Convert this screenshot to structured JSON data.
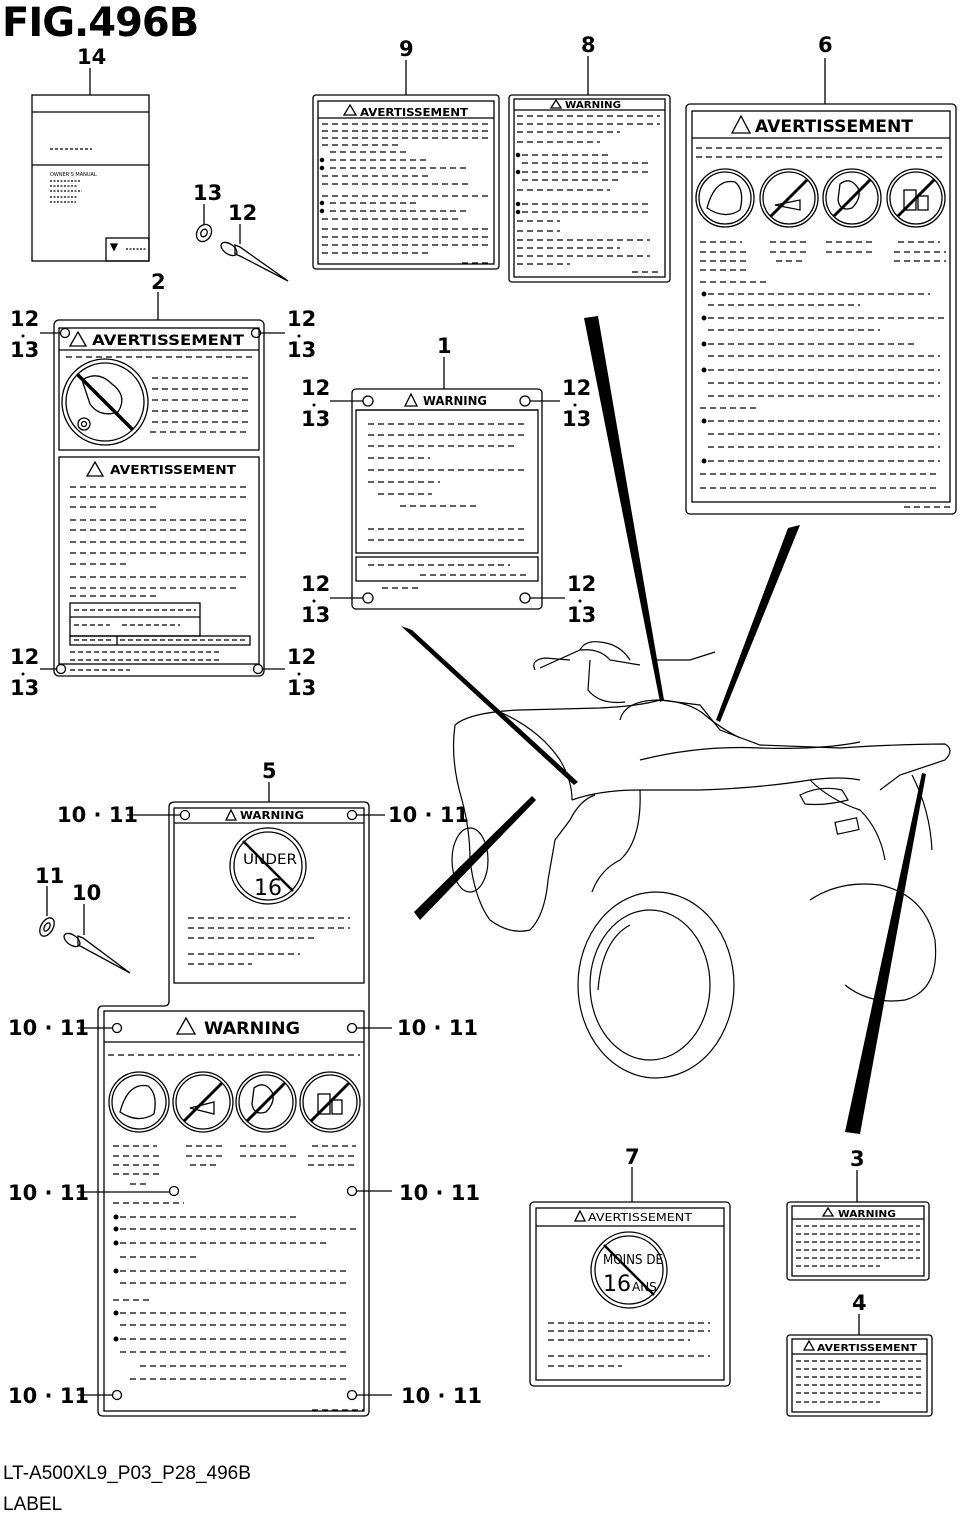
{
  "figure": {
    "title": "FIG.496B",
    "code": "LT-A500XL9_P03_P28_496B",
    "name": "LABEL"
  },
  "callouts": {
    "c1": "1",
    "c2": "2",
    "c3": "3",
    "c4": "4",
    "c5": "5",
    "c6": "6",
    "c7": "7",
    "c8": "8",
    "c9": "9",
    "c14": "14",
    "c13": "13",
    "c12": "12",
    "c11": "11",
    "c10": "10",
    "pair_12_13_a": "12",
    "pair_12_13_b": "13",
    "pair_10_11": "10 · 11"
  },
  "label_texts": {
    "warning": "WARNING",
    "avertissement": "AVERTISSEMENT",
    "under": "UNDER",
    "sixteen": "16",
    "moins_de": "MOINS DE",
    "ans": "ANS",
    "owners_manual": "OWNER'S MANUAL"
  }
}
